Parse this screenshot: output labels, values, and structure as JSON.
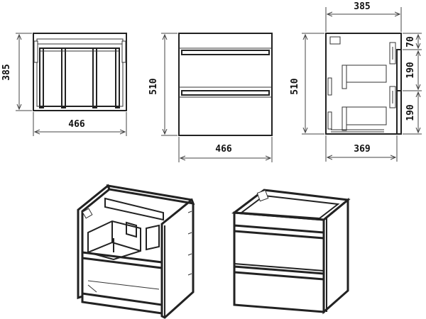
{
  "view_top": {
    "width_label": "466",
    "height_label": "385"
  },
  "view_front": {
    "width_label": "466",
    "height_label": "510"
  },
  "view_side": {
    "top_width_label": "385",
    "bottom_width_label": "369",
    "height_label": "510",
    "right_dims": [
      "70",
      "190",
      "190"
    ]
  }
}
